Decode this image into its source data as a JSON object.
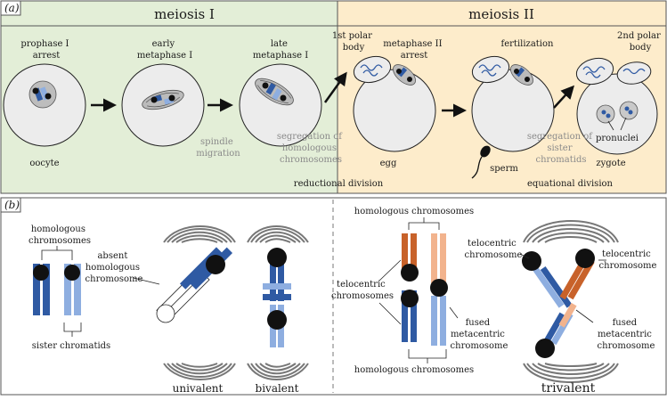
{
  "panel_a": {
    "label": "(a)",
    "header_meiosis1": "meiosis I",
    "header_meiosis2": "meiosis II",
    "colors": {
      "green_bg": "#e3eed7",
      "orange_bg": "#fdeccb",
      "blue_dark": "#2f5aa3",
      "blue_light": "#8eaee0",
      "orange_dark": "#c8622a",
      "orange_light": "#f2b38d"
    },
    "stages": {
      "prophase": [
        "prophase I",
        "arrest"
      ],
      "early_meta": [
        "early",
        "metaphase I"
      ],
      "late_meta": [
        "late",
        "metaphase I"
      ],
      "polar1": [
        "1st polar",
        "body"
      ],
      "meta2": [
        "metaphase II",
        "arrest"
      ],
      "fertilization": "fertilization",
      "polar2": [
        "2nd polar",
        "body"
      ]
    },
    "cell_labels": {
      "oocyte": "oocyte",
      "egg": "egg",
      "sperm": "sperm",
      "zygote": "zygote",
      "pronuclei": "pronuclei"
    },
    "grey_labels": {
      "spindle_migration": [
        "spindle",
        "migration"
      ],
      "seg_homologous": [
        "segregation of",
        "homologous",
        "chromosomes"
      ],
      "seg_sister": [
        "segregation of",
        "sister",
        "chromatids"
      ]
    },
    "divisions": {
      "reductional": "reductional division",
      "equational": "equational division"
    }
  },
  "panel_b": {
    "label": "(b)",
    "homologous_top": [
      "homologous",
      "chromosomes"
    ],
    "sister_chromatids": "sister chromatids",
    "absent_homolog": [
      "absent",
      "homologous",
      "chromosome"
    ],
    "univalent": "univalent",
    "bivalent": "bivalent",
    "trivalent": "trivalent",
    "homologous_right_top": "homologous chromosomes",
    "homologous_right_bottom": "homologous chromosomes",
    "telocentric_left": [
      "telocentric",
      "chromosomes"
    ],
    "fused_metacentric": [
      "fused",
      "metacentric",
      "chromosome"
    ],
    "telocentric_tri_left": [
      "telocentric",
      "chromosome"
    ],
    "telocentric_tri_right": [
      "telocentric",
      "chromosome"
    ],
    "fused_metacentric_tri": [
      "fused",
      "metacentric",
      "chromosome"
    ]
  }
}
